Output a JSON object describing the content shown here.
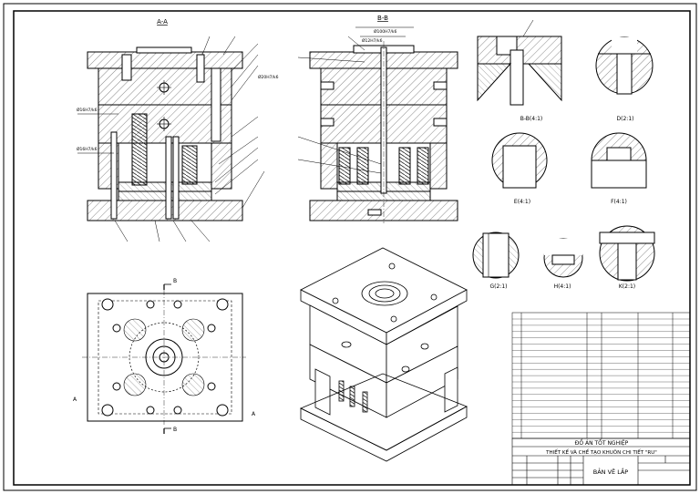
{
  "sections": {
    "aa": "A-A",
    "bb": "B-B",
    "bb_detail": "B-B(4:1)",
    "d": "D(2:1)",
    "e": "E(4:1)",
    "f": "F(4:1)",
    "g": "G(2:1)",
    "h": "H(4:1)",
    "k": "K(2:1)"
  },
  "dims": {
    "d1": "Ø20H7/k6",
    "d2": "Ø16H7/k6",
    "d3": "Ø16H7/k6",
    "d4": "Ø12H7/k6",
    "d5": "Ø100H7/k6"
  },
  "cut_marks": {
    "top": "B",
    "bottom": "B",
    "left": "A",
    "right": "A"
  },
  "title_block": {
    "line1": "ĐỒ ÁN TỐT NGHIỆP",
    "line2": "THIẾT KẾ VÀ CHẾ TẠO KHUÔN CHI TIẾT \"RU\"",
    "drawing": "BẢN VẼ LẮP"
  }
}
